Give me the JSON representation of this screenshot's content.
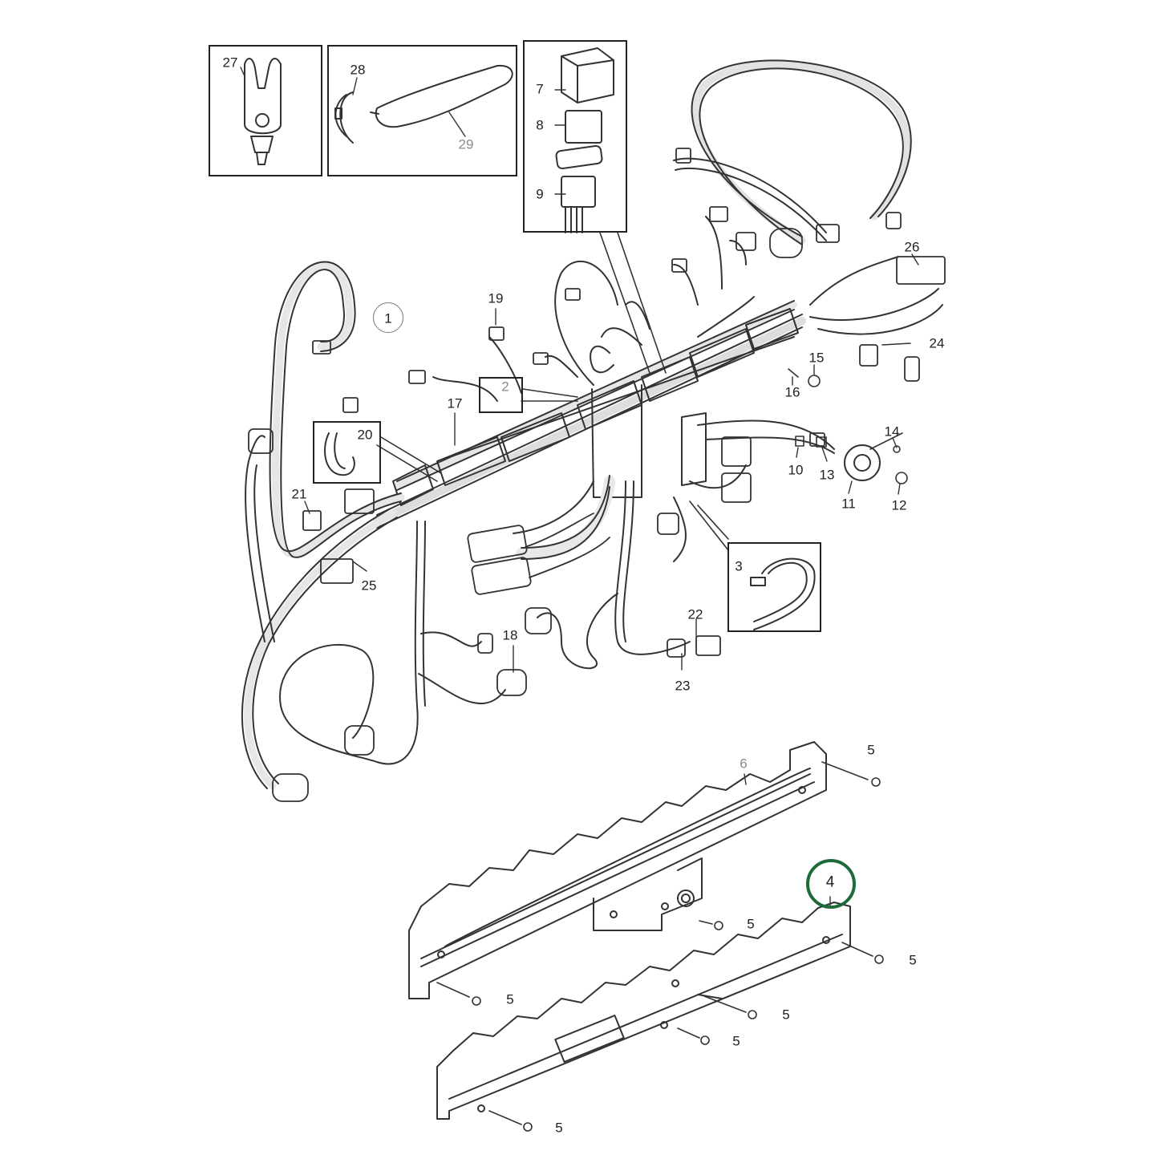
{
  "callouts": {
    "c1": "1",
    "c2": "2",
    "c3": "3",
    "c4": "4",
    "c5": "5",
    "c6": "6",
    "c7": "7",
    "c8": "8",
    "c9": "9",
    "c10": "10",
    "c11": "11",
    "c12": "12",
    "c13": "13",
    "c14": "14",
    "c15": "15",
    "c16": "16",
    "c17": "17",
    "c18": "18",
    "c19": "19",
    "c20": "20",
    "c21": "21",
    "c22": "22",
    "c23": "23",
    "c24": "24",
    "c25": "25",
    "c26": "26",
    "c27": "27",
    "c28": "28",
    "c29": "29"
  },
  "colors": {
    "line": "#222222",
    "faint": "#8a8a8a",
    "highlight": "#1e6b3a"
  }
}
